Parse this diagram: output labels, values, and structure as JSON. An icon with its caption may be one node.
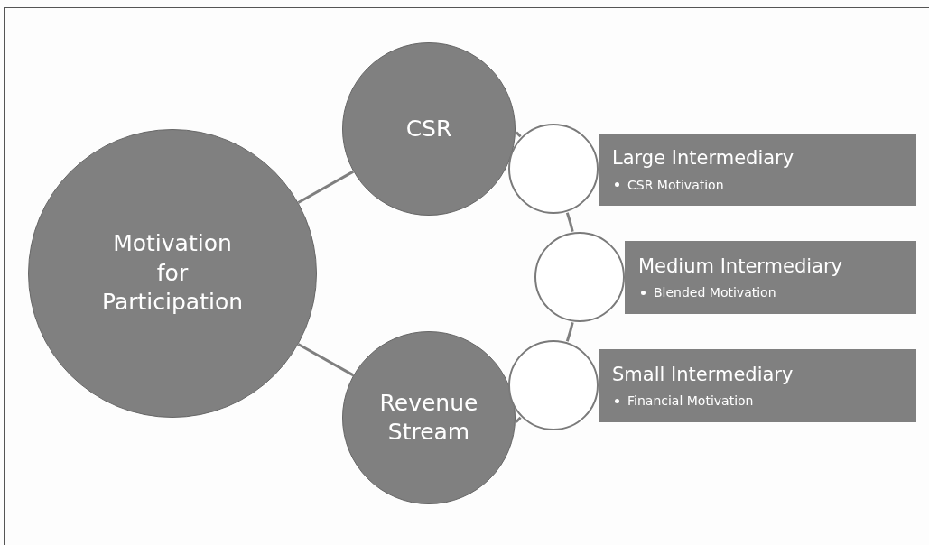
{
  "diagram": {
    "nodes": [
      {
        "text": [
          "Motivation for Participation"
        ]
      },
      {
        "text": [
          "CSR"
        ]
      },
      {
        "text": [
          "Revenue Stream"
        ]
      },
      {
        "text": [],
        "shape": "circle"
      },
      {
        "text": [
          "Large Intermediary",
          "CSR Motivation"
        ]
      },
      {
        "text": [],
        "shape": "circle"
      },
      {
        "text": [
          "Medium Intermediary",
          "Blended Motivation"
        ]
      },
      {
        "text": [],
        "shape": "circle"
      },
      {
        "text": [
          "Small Intermediary",
          "Financial Motivation"
        ]
      }
    ],
    "edges": [
      {
        "from": 0,
        "to": 1,
        "arrow": "none"
      },
      {
        "from": 0,
        "to": 2,
        "arrow": "none"
      },
      {
        "from": 1,
        "to": 3,
        "arrow": "none"
      },
      {
        "from": 3,
        "to": 5,
        "arrow": "none"
      },
      {
        "from": 5,
        "to": 7,
        "arrow": "none"
      },
      {
        "from": 7,
        "to": 2,
        "arrow": "none"
      }
    ]
  }
}
